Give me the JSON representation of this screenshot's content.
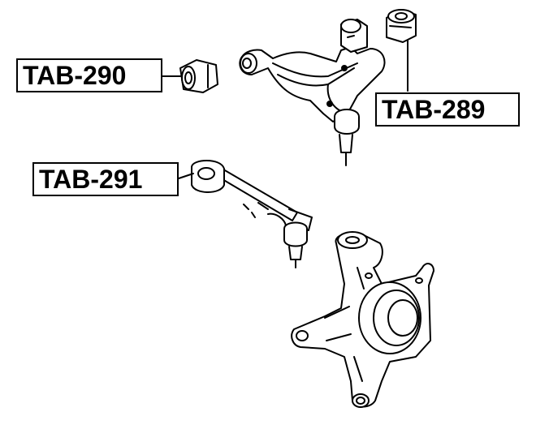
{
  "labels": {
    "tab_290": "TAB-290",
    "tab_289": "TAB-289",
    "tab_291": "TAB-291"
  },
  "colors": {
    "line": "#000000",
    "fill": "#ffffff"
  }
}
